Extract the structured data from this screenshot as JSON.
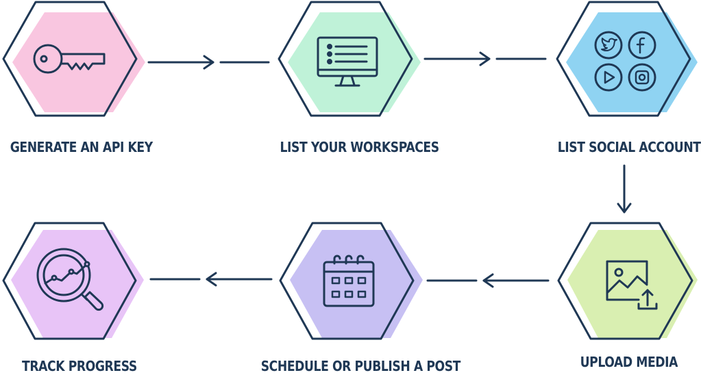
{
  "colors": {
    "ink": "#1f3855",
    "pink": "#f9c6e0",
    "mint": "#bff2d8",
    "sky": "#8fd3f2",
    "lime": "#d9efb1",
    "lavender": "#c7c0f3",
    "violet": "#e8c4f7"
  },
  "steps": [
    {
      "label": "GENERATE AN API KEY",
      "icon": "key-icon",
      "fill": "pink"
    },
    {
      "label": "LIST YOUR WORKSPACES",
      "icon": "monitor-list-icon",
      "fill": "mint"
    },
    {
      "label": "LIST SOCIAL ACCOUNTS",
      "icon": "social-accounts-icon",
      "fill": "sky"
    },
    {
      "label": "UPLOAD MEDIA",
      "icon": "image-upload-icon",
      "fill": "lime"
    },
    {
      "label": "SCHEDULE OR PUBLISH A POST",
      "icon": "calendar-icon",
      "fill": "lavender"
    },
    {
      "label": "TRACK PROGRESS",
      "icon": "magnifier-chart-icon",
      "fill": "violet"
    }
  ]
}
